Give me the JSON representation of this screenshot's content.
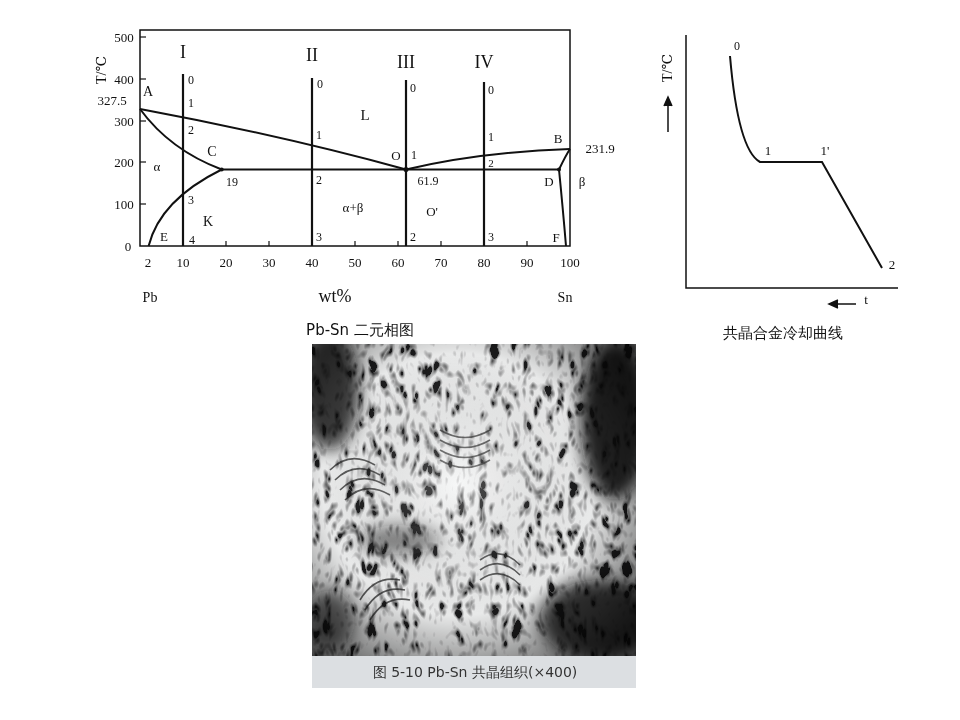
{
  "diagram": {
    "caption": "图 5-10 Pb-Sn 共晶组织(×400)",
    "labels": [
      "500",
      "400",
      "327.5",
      "300",
      "200",
      "100",
      "0",
      "T/℃",
      "A",
      "2",
      "10",
      "20",
      "30",
      "40",
      "50",
      "60",
      "70",
      "80",
      "90",
      "100",
      "Pb",
      "wt%",
      "Sn",
      "Pb-Sn 二元相图",
      "I",
      "0",
      "1",
      "2",
      "C",
      "3",
      "4",
      "K",
      "α",
      "19",
      "E",
      "II",
      "0",
      "1",
      "2",
      "3",
      "L",
      "α+β",
      "III",
      "0",
      "O",
      "1",
      "61.9",
      "2",
      "O'",
      "IV",
      "0",
      "1",
      "2",
      "3",
      "B",
      "231.9",
      "D",
      "β",
      "F",
      "T/℃",
      "0",
      "1",
      "1'",
      "2",
      "t",
      "共晶合金冷却曲线"
    ]
  }
}
